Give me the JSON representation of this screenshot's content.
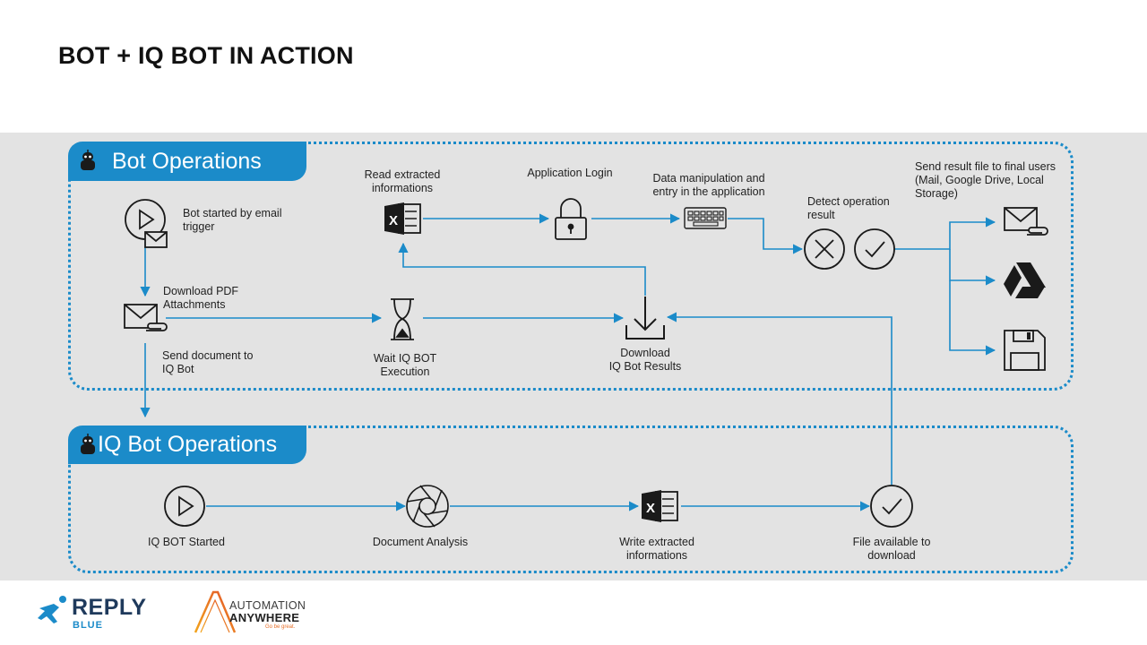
{
  "page": {
    "title": "BOT + IQ BOT IN ACTION"
  },
  "bot_operations": {
    "heading": "Bot Operations",
    "steps": {
      "email_trigger": [
        "Bot started by email",
        "trigger"
      ],
      "download_pdf": [
        "Download PDF",
        "Attachments"
      ],
      "send_document": [
        "Send document to",
        "IQ Bot"
      ],
      "wait_execution": [
        "Wait IQ BOT",
        "Execution"
      ],
      "read_extracted": [
        "Read extracted",
        "informations"
      ],
      "app_login": [
        "Application Login"
      ],
      "data_entry": [
        "Data manipulation and",
        "entry in the application"
      ],
      "detect_result": [
        "Detect operation",
        "result"
      ],
      "send_result": [
        "Send result file to final users",
        "(Mail, Google Drive, Local",
        "Storage)"
      ],
      "download_results": [
        "Download",
        "IQ Bot Results"
      ]
    }
  },
  "iq_bot_operations": {
    "heading": "IQ Bot Operations",
    "steps": {
      "started": [
        "IQ BOT Started"
      ],
      "analysis": [
        "Document Analysis"
      ],
      "write_extracted": [
        "Write extracted",
        "informations"
      ],
      "file_available": [
        "File available to",
        "download"
      ]
    }
  },
  "footer": {
    "reply_name": "REPLY",
    "reply_sub": "BLUE",
    "aa_line1": "AUTOMATION",
    "aa_line2": "ANYWHERE",
    "aa_tagline": "Go be great."
  },
  "colors": {
    "accent": "#1b8bc9",
    "band": "#e3e3e3",
    "icon": "#1a1a1a"
  }
}
